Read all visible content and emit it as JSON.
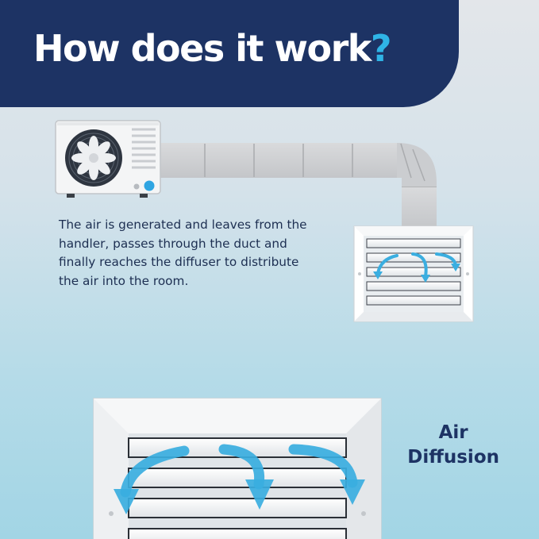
{
  "header": {
    "title": "How does it work",
    "title_mark": "?"
  },
  "description": {
    "lines": [
      "The air is generated and leaves from the",
      "handler, passes through the duct and",
      "finally reaches the diffuser to distribute",
      "the air into the room."
    ]
  },
  "callout": {
    "line1": "Air",
    "line2": "Diffusion"
  },
  "colors": {
    "banner": "#1d3364",
    "accent": "#2fb4e6",
    "arrow": "#3aaee0",
    "text": "#1d2f52"
  },
  "icons": [
    "air-handler-icon",
    "fan-icon",
    "duct-icon",
    "diffuser-icon",
    "airflow-arrow-icon"
  ]
}
